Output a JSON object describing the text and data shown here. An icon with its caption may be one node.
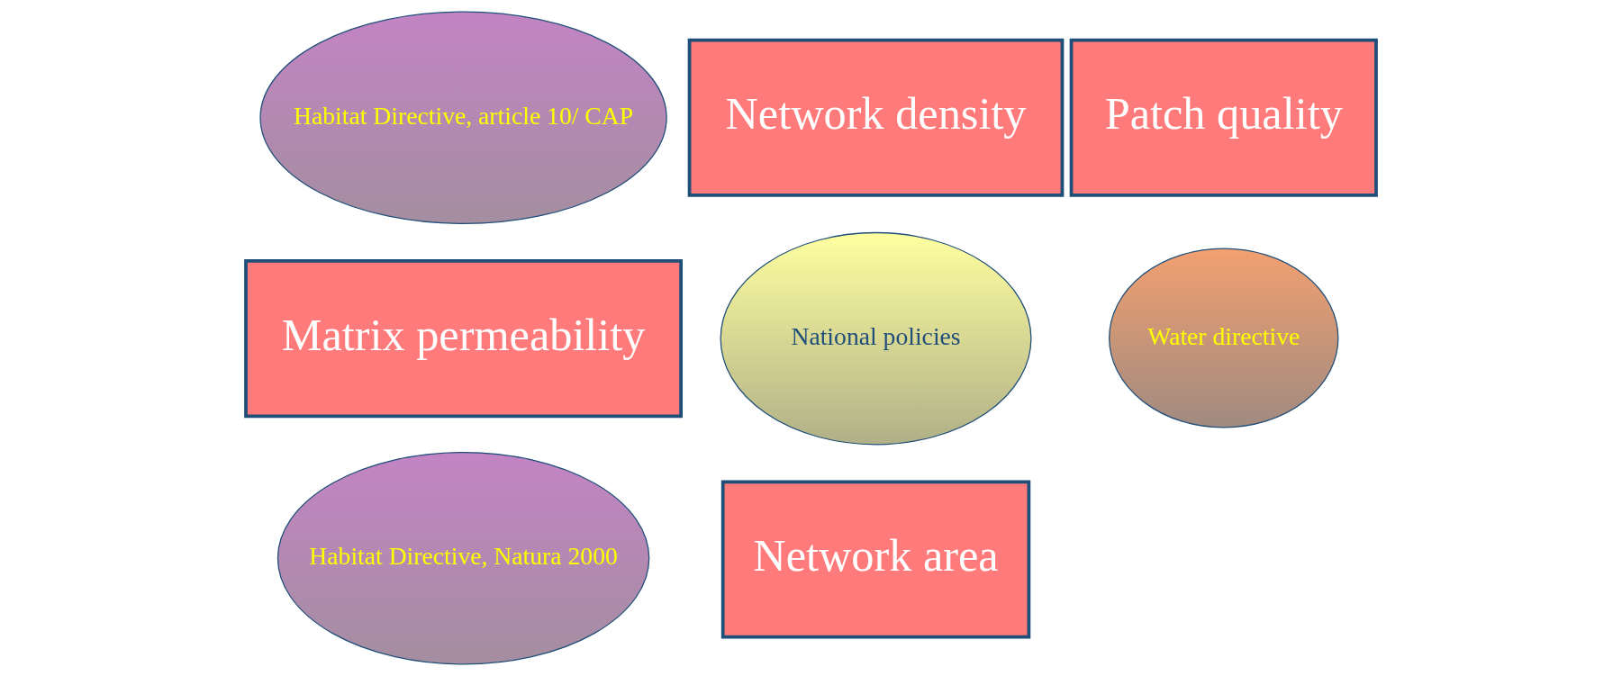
{
  "diagram": {
    "nodes": [
      {
        "text": [
          "Water directive"
        ]
      },
      {
        "text": [
          "Patch quality"
        ]
      },
      {
        "text": [
          "Network density"
        ]
      },
      {
        "text": [
          "Habitat Directive, article 10/ CAP"
        ]
      },
      {
        "text": [
          "National policies"
        ]
      },
      {
        "text": [
          "Habitat Directive, Natura 2000"
        ]
      },
      {
        "text": [
          "Network area"
        ]
      },
      {
        "text": [
          "Matrix permeability"
        ]
      }
    ],
    "edges": []
  }
}
